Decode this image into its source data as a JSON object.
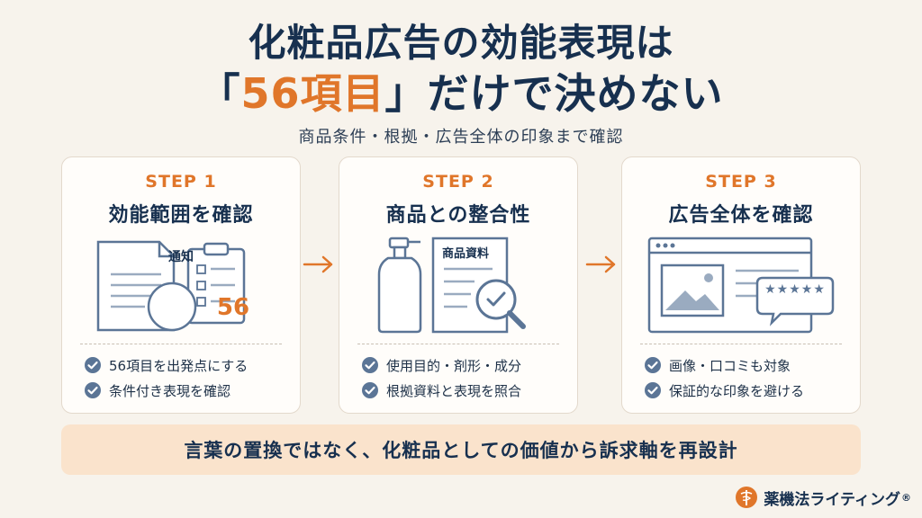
{
  "header": {
    "title_line1": "化粧品広告の効能表現は",
    "title_open_bracket": "「",
    "title_highlight": "56項目",
    "title_close": "」だけで決めない",
    "subtitle": "商品条件・根拠・広告全体の印象まで確認"
  },
  "steps": [
    {
      "step_label": "STEP 1",
      "title": "効能範囲を確認",
      "illustration": {
        "doc_label": "通知",
        "badge_number": "56"
      },
      "items": [
        "56項目を出発点にする",
        "条件付き表現を確認"
      ]
    },
    {
      "step_label": "STEP 2",
      "title": "商品との整合性",
      "illustration": {
        "doc_label": "商品資料"
      },
      "items": [
        "使用目的・剤形・成分",
        "根拠資料と表現を照合"
      ]
    },
    {
      "step_label": "STEP 3",
      "title": "広告全体を確認",
      "illustration": {
        "rating": "★★★★★"
      },
      "items": [
        "画像・口コミも対象",
        "保証的な印象を避ける"
      ]
    }
  ],
  "banner": {
    "text": "言葉の置換ではなく、化粧品としての価値から訴求軸を再設計"
  },
  "brand": {
    "name": "薬機法ライティング",
    "reg_mark": "®"
  },
  "colors": {
    "accent": "#e0762a",
    "navy": "#17304f",
    "icon_blue": "#5b7596",
    "banner_bg": "#fae3cc",
    "background": "#f7f3ec"
  }
}
